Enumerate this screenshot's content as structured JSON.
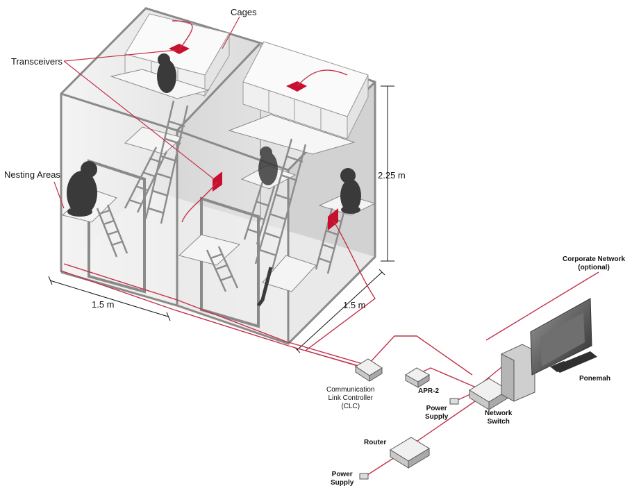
{
  "labels": {
    "cages": "Cages",
    "transceivers": "Transceivers",
    "nesting_areas": "Nesting Areas",
    "height_dim": "2.25 m",
    "width_dim": "1.5 m",
    "depth_dim": "1.5 m",
    "corporate_network": [
      "Corporate Network",
      "(optional)"
    ],
    "clc": [
      "Communication",
      "Link Controller",
      "(CLC)"
    ],
    "apr": "APR-2",
    "power_supply_1": [
      "Power",
      "Supply"
    ],
    "network_switch": [
      "Network",
      "Switch"
    ],
    "ponemah": "Ponemah",
    "router": "Router",
    "power_supply_2": [
      "Power",
      "Supply"
    ]
  },
  "colors": {
    "cable": "#c4304a",
    "transceiver": "#c8102e",
    "frame": "#8a8a8a",
    "wall": "#e9e9e9",
    "animal": "#3a3a3a"
  },
  "icons": {
    "animal": "primate-silhouette",
    "device": "network-box",
    "computer": "desktop-computer"
  }
}
